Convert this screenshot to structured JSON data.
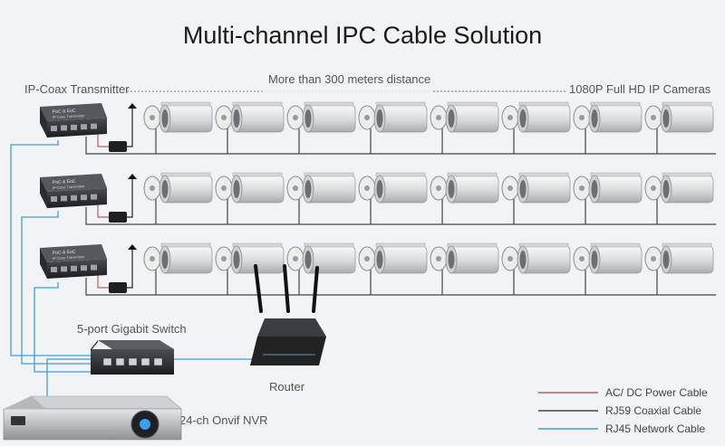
{
  "title": "Multi-channel IPC Cable Solution",
  "labels": {
    "transmitter": "IP-Coax Transmitter",
    "distance": "More than 300 meters distance",
    "cameras": "1080P Full HD IP Cameras",
    "switch": "5-port Gigabit Switch",
    "router": "Router",
    "nvr": "24-ch Onvif NVR"
  },
  "device_text": {
    "line1": "PoC & EoC",
    "line2": "IP-Coax Transmitter"
  },
  "legend": [
    {
      "label": "AC/ DC Power Cable",
      "color": "#c45a6a"
    },
    {
      "label": "RJ59 Coaxial Cable",
      "color": "#444444"
    },
    {
      "label": "RJ45 Network Cable",
      "color": "#3f9fd6"
    }
  ],
  "cameras_per_row": 8,
  "rows": 3
}
